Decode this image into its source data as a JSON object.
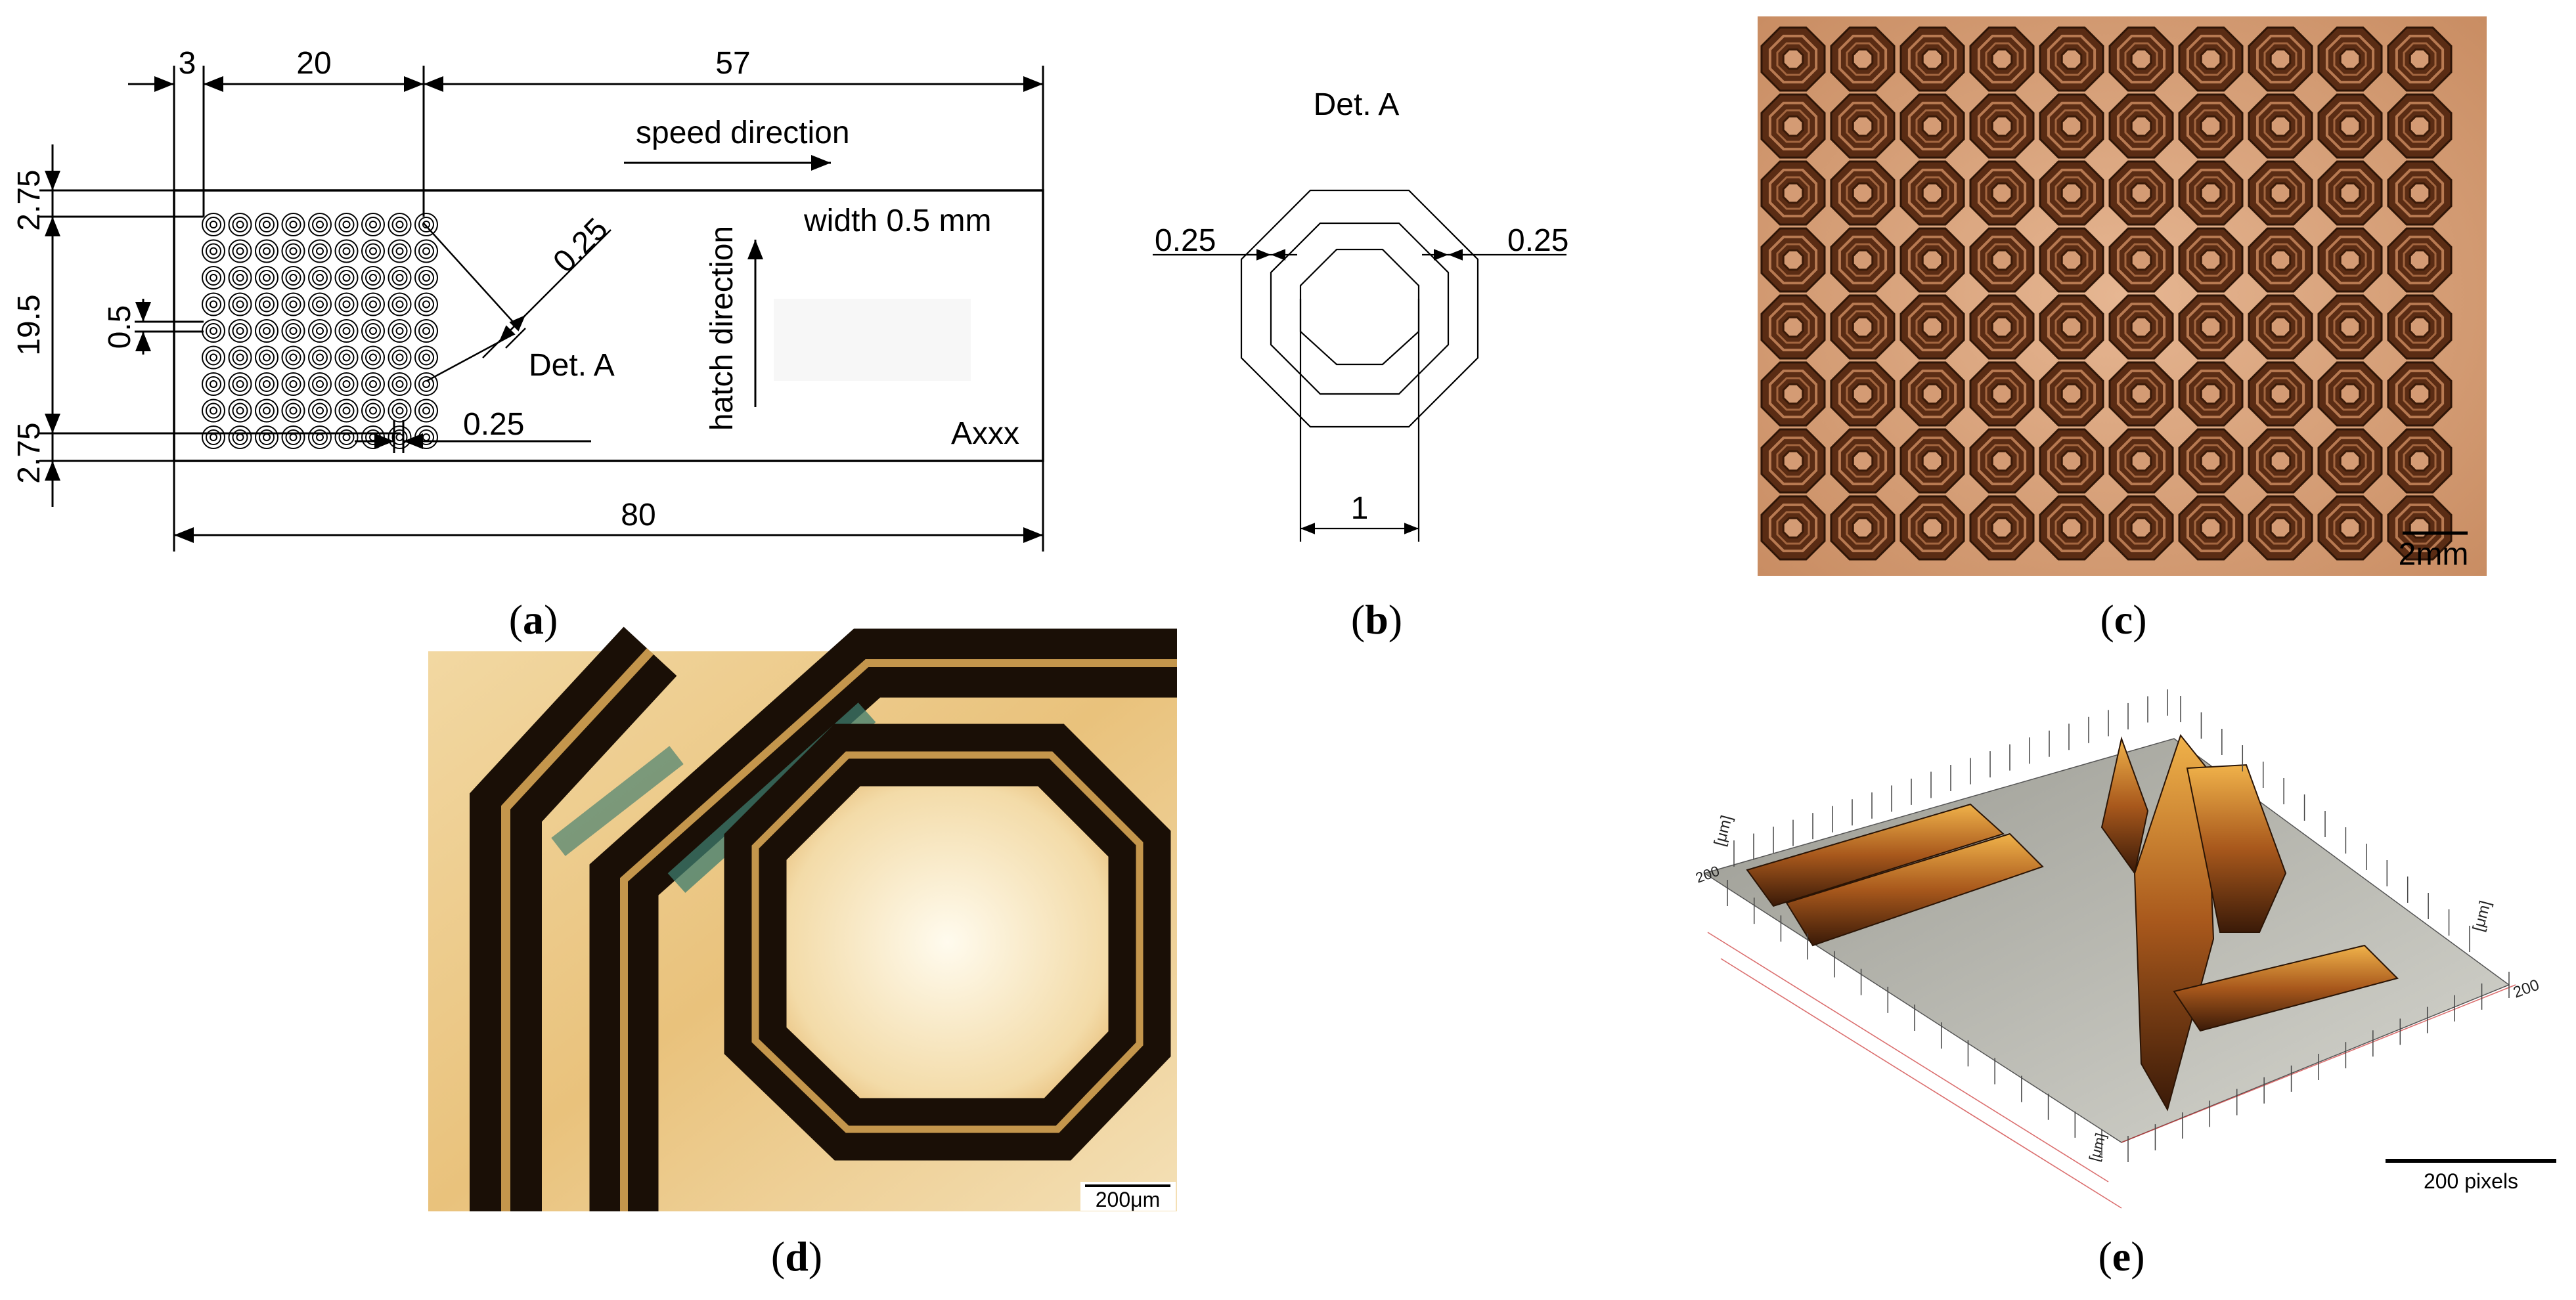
{
  "panel_a": {
    "dimensions": {
      "top_left": "3",
      "top_mid": "20",
      "top_right": "57",
      "left_top": "2.75",
      "left_mid": "19.5",
      "left_bottom": "2.75",
      "circle_pitch": "0.5",
      "diag": "0.25",
      "bottom_gap": "0.25",
      "overall": "80"
    },
    "speed_label": "speed direction",
    "hatch_label": "hatch direction",
    "width_label": "width 0.5 mm",
    "det_label": "Det. A",
    "specimen_id": "Axxx",
    "grid": {
      "rows": 9,
      "cols": 9
    }
  },
  "panel_b": {
    "title": "Det. A",
    "left_dim": "0.25",
    "right_dim": "0.25",
    "bottom_dim": "1"
  },
  "panel_c": {
    "scale_label": "2mm",
    "grid": {
      "rows": 8,
      "cols": 10
    }
  },
  "panel_d": {
    "scale_label": "200μm"
  },
  "panel_e": {
    "scale_label": "200 pixels",
    "axis_unit": "[μm]",
    "z_label": "200"
  },
  "captions": {
    "a": "a",
    "b": "b",
    "c": "c",
    "d": "d",
    "e": "e"
  },
  "colors": {
    "line": "#000000",
    "copper_dark": "#4a2614",
    "copper_light": "#d9a47c",
    "brass": "#e8c48a"
  }
}
